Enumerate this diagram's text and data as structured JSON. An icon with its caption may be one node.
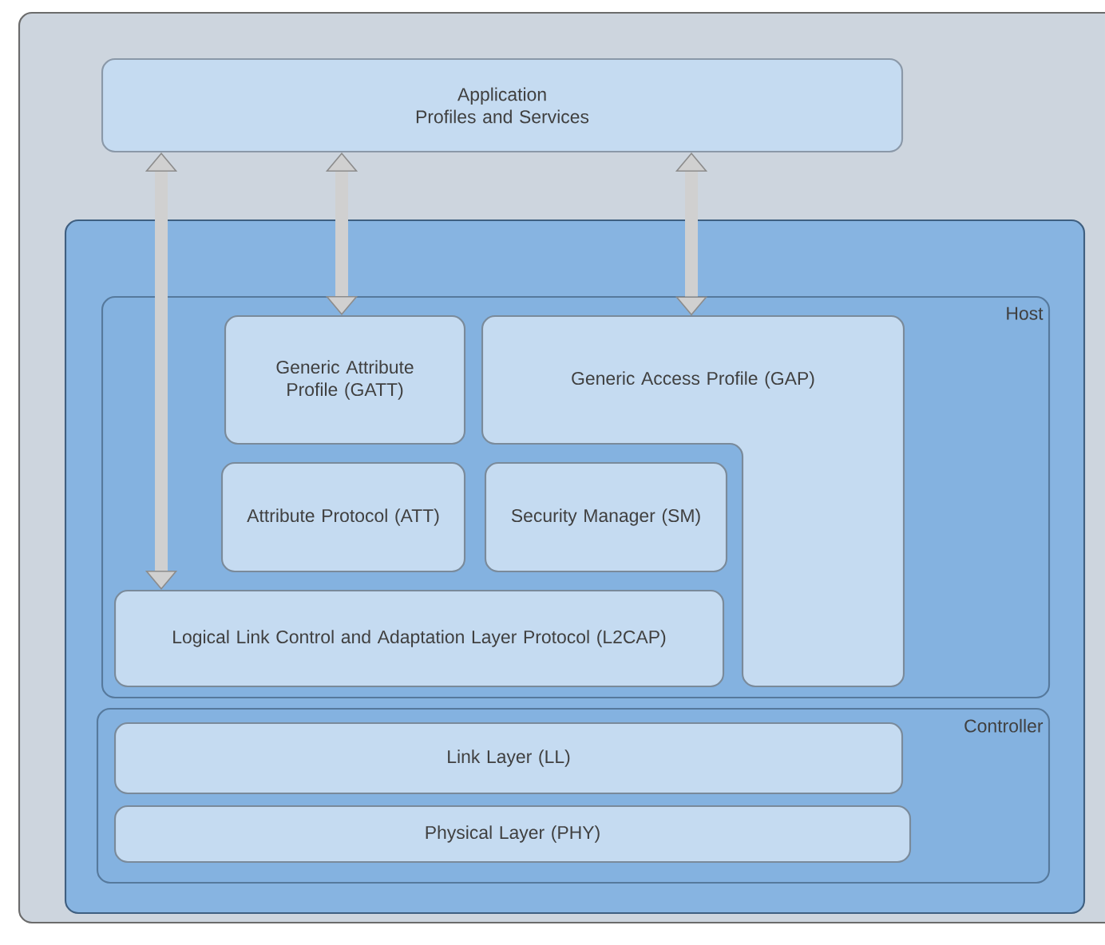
{
  "diagram": {
    "nodes": [
      {
        "text": [],
        "shape": "box"
      },
      {
        "text": [
          "Application",
          "Profiles and Services"
        ],
        "in": 0
      },
      {
        "text": [],
        "shape": "box",
        "in": 0
      },
      {
        "text": [
          "Host"
        ],
        "in": 2
      },
      {
        "text": [
          "Generic Attribute Profile (GATT)"
        ],
        "in": 3
      },
      {
        "text": [
          "Generic Access Profile (GAP)"
        ],
        "in": 3
      },
      {
        "text": [
          "Attribute Protocol (ATT)"
        ],
        "in": 3
      },
      {
        "text": [
          "Security Manager (SM)"
        ],
        "in": 3
      },
      {
        "text": [
          "Logical Link Control and Adaptation Layer Protocol (L2CAP)"
        ],
        "in": 3
      },
      {
        "text": [
          "Controller"
        ],
        "in": 2
      },
      {
        "text": [
          "Link Layer (LL)"
        ],
        "in": 9
      },
      {
        "text": [
          "Physical Layer (PHY)"
        ],
        "in": 9
      }
    ],
    "edges": [
      {
        "from": 1,
        "to": 8,
        "arrow": "both"
      },
      {
        "from": 1,
        "to": 4,
        "arrow": "both"
      },
      {
        "from": 1,
        "to": 5,
        "arrow": "both"
      }
    ]
  }
}
